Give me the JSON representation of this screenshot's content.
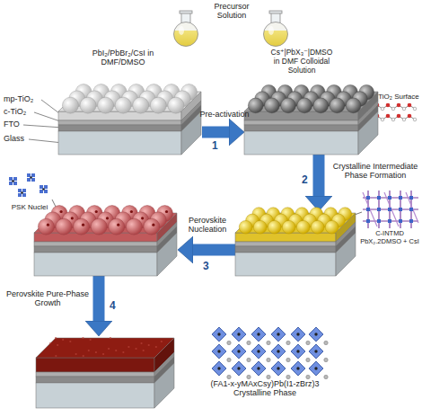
{
  "diagram": {
    "nodes": [
      {
        "text": [
          "Precursor Solution",
          "PbI₂/PbBr₂/CsI in DMF/DMSO"
        ]
      },
      {
        "text": [
          "Cs⁺|PbX₃⁻|DMSO in DMF Colloidal Solution"
        ]
      },
      {
        "text": [
          "mp-TiO₂",
          "c-TiO₂",
          "FTO",
          "Glass"
        ]
      },
      {
        "text": [
          "TiO₂ Surface"
        ]
      },
      {
        "text": [
          "C-INTMD PbX₂.2DMSO + CsI"
        ]
      },
      {
        "text": [
          "PSK Nuclei"
        ]
      },
      {
        "text": [
          "(FA1-x-yMAxCsy)Pb(I1-zBrz)3 Crystalline Phase"
        ]
      }
    ],
    "edges": [
      {
        "from": 2,
        "to": 3,
        "label": "Pre-activation",
        "arrow": "to"
      },
      {
        "from": 3,
        "to": 4,
        "label": "Crystalline Intermediate Phase Formation",
        "arrow": "to"
      },
      {
        "from": 4,
        "to": 5,
        "label": "Perovskite Nucleation",
        "arrow": "to"
      },
      {
        "from": 5,
        "to": 6,
        "label": "Perovskite Pure-Phase Growth",
        "arrow": "to"
      }
    ],
    "labels": [
      "1",
      "2",
      "3",
      "4"
    ]
  }
}
